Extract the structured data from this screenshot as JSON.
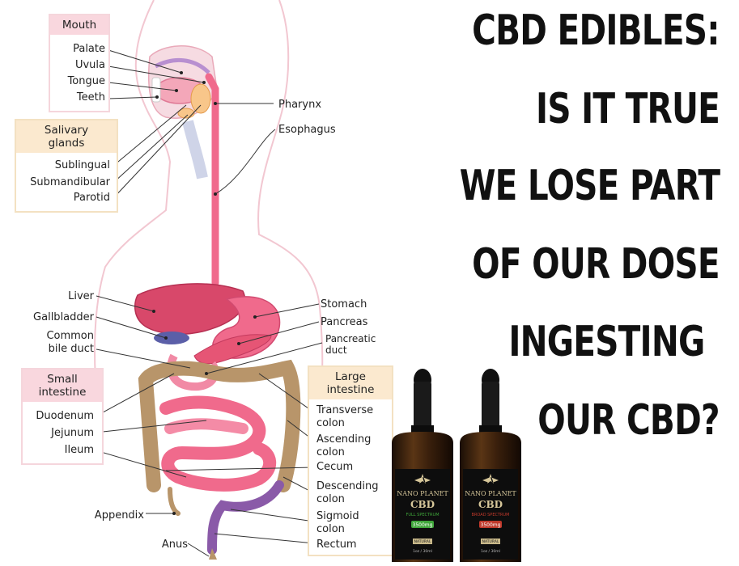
{
  "diagram": {
    "groups": {
      "mouth": {
        "header": "Mouth",
        "items": [
          "Palate",
          "Uvula",
          "Tongue",
          "Teeth"
        ]
      },
      "salivary": {
        "header": "Salivary glands",
        "items": [
          "Sublingual",
          "Submandibular",
          "Parotid"
        ]
      },
      "small_intestine": {
        "header": "Small intestine",
        "items": [
          "Duodenum",
          "Jejunum",
          "Ileum"
        ]
      },
      "large_intestine": {
        "header": "Large intestine",
        "items": [
          "Transverse colon",
          "Ascending colon",
          "Cecum",
          "Descending colon",
          "Sigmoid colon",
          "Rectum"
        ]
      }
    },
    "labels": {
      "pharynx": "Pharynx",
      "esophagus": "Esophagus",
      "liver": "Liver",
      "gallbladder": "Gallbladder",
      "common_bile_duct": "Common bile duct",
      "stomach": "Stomach",
      "pancreas": "Pancreas",
      "pancreatic_duct": "Pancreatic duct",
      "appendix": "Appendix",
      "anus": "Anus"
    }
  },
  "headline": {
    "lines": [
      "CBD EDIBLES:",
      "IS IT TRUE",
      "WE LOSE PART",
      "OF OUR DOSE",
      "INGESTING",
      "OUR CBD?"
    ]
  },
  "products": [
    {
      "brand": "NANO PLANET",
      "product": "CBD",
      "type": "FULL SPECTRUM",
      "strength": "3500mg",
      "flavor": "NATURAL",
      "volume": "1oz / 30ml",
      "badge_color": "#3fa63a"
    },
    {
      "brand": "NANO PLANET",
      "product": "CBD",
      "type": "BROAD SPECTRUM",
      "strength": "3500mg",
      "flavor": "NATURAL",
      "volume": "1oz / 30ml",
      "badge_color": "#c0392b"
    }
  ],
  "colors": {
    "organ_pink": "#f06a8c",
    "liver": "#d8486a",
    "large_intestine": "#b8956a",
    "rectum": "#8a5aa8",
    "mouth_header": "#f9d7de",
    "salivary_header": "#fbe9cf"
  }
}
